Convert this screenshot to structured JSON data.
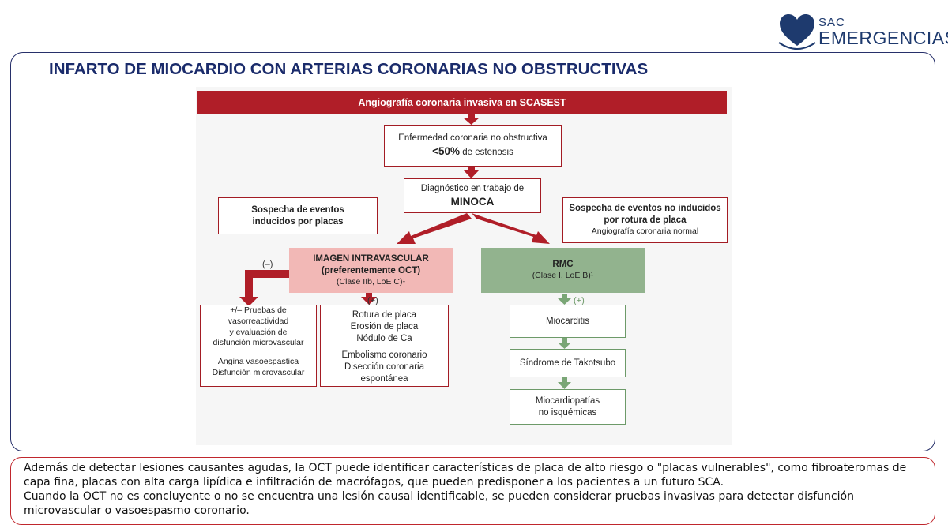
{
  "logo": {
    "top_text": "SAC",
    "bottom_text": "EMERGENCIAS",
    "icon": "heart-icon",
    "color": "#1e3a6e"
  },
  "title": "INFARTO DE MIOCARDIO CON ARTERIAS CORONARIAS NO OBSTRUCTIVAS",
  "diagram": {
    "header": "Angiografía coronaria invasiva en SCASEST",
    "enfermedad": {
      "line1": "Enfermedad coronaria no obstructiva",
      "line2_bold": "<50%",
      "line2_rest": " de estenosis"
    },
    "diagnostico": {
      "line1": "Diagnóstico en trabajo de",
      "line2": "MINOCA"
    },
    "sospecha_placa": {
      "line1": "Sospecha de eventos",
      "line2": "inducidos por placas"
    },
    "sospecha_no_placa": {
      "line1": "Sospecha de eventos no inducidos",
      "line2": "por rotura de placa",
      "line3": "Angiografía coronaria normal"
    },
    "imagen": {
      "line1": "IMAGEN INTRAVASCULAR",
      "line2": "(preferentemente OCT)",
      "line3": "(Clase IIb, LoE C)¹"
    },
    "rmc": {
      "line1": "RMC",
      "line2": "(Clase I, LoE B)¹"
    },
    "label_minus": "(–)",
    "label_plus_red": "(+)",
    "label_plus_green": "(+)",
    "pruebas": {
      "line1": "+/– Pruebas de vasorreactividad",
      "line2": "y evaluación de",
      "line3": "disfunción microvascular"
    },
    "angina": {
      "line1": "Angina vasoespastica",
      "line2": "Disfunción microvascular"
    },
    "rotura": {
      "line1": "Rotura de placa",
      "line2": "Erosión de placa",
      "line3": "Nódulo de Ca"
    },
    "embolismo": {
      "line1": "Embolismo coronario",
      "line2": "Disección coronaria espontánea"
    },
    "miocarditis": "Miocarditis",
    "takotsubo": "Síndrome de Takotsubo",
    "miocardiopatias": {
      "line1": "Miocardiopatías",
      "line2": "no isquémicas"
    },
    "colors": {
      "red": "#b01e28",
      "pink": "#f2b8b6",
      "green": "#92b38e",
      "green_border": "#6d9a69"
    }
  },
  "note": {
    "para1": "Además de detectar lesiones causantes agudas, la OCT puede identificar características de placa de alto riesgo o \"placas vulnerables\", como fibroateromas de capa fina, placas con alta carga lipídica e infiltración de macrófagos, que pueden predisponer a los pacientes a un futuro SCA.",
    "para2": "Cuando la OCT no es concluyente o no se encuentra una lesión causal identificable, se pueden considerar pruebas invasivas para detectar disfunción microvascular o vasoespasmo coronario."
  }
}
